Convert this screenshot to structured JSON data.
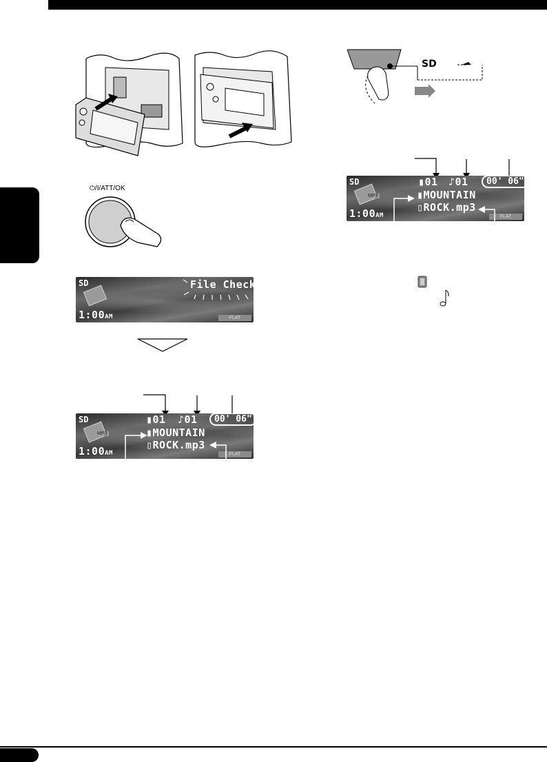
{
  "page": {
    "language_tab": "",
    "page_number": ""
  },
  "control": {
    "knob_label": "⏻/I/ATT/OK"
  },
  "source_select": {
    "label": "SD"
  },
  "display_check": {
    "source": "SD",
    "message": "File Check",
    "clock": "1:00",
    "clock_ampm": "AM",
    "eq": "FLAT"
  },
  "display_playback": {
    "source": "SD",
    "folder_number": "01",
    "track_number": "01",
    "time": "00' 06\"",
    "folder_name": "MOUNTAIN",
    "file_name": "ROCK.mp3",
    "format": "MP3",
    "clock": "1:00",
    "clock_ampm": "AM",
    "eq": "FLAT"
  },
  "icons": [
    "folder-icon",
    "music-note-icon",
    "sd-card-icon",
    "knob-icon",
    "arrow-down-icon",
    "finger-press-icon"
  ]
}
